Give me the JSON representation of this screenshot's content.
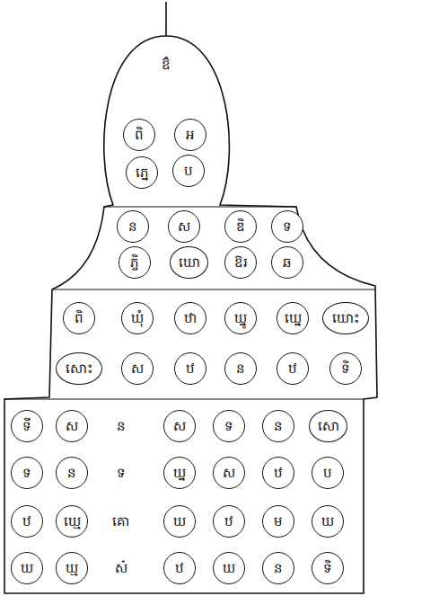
{
  "diagram": {
    "nodes": [
      {
        "text": [
          "ពិ"
        ]
      },
      {
        "text": [
          "អ"
        ]
      },
      {
        "text": [
          "ភ្នេ"
        ]
      },
      {
        "text": [
          "ប"
        ]
      },
      {
        "text": [
          "ន"
        ]
      },
      {
        "text": [
          "ស"
        ]
      },
      {
        "text": [
          "ឌិ"
        ]
      },
      {
        "text": [
          "ទ"
        ]
      },
      {
        "text": [
          "ភ្ចិ"
        ]
      },
      {
        "text": [
          "ឃោ"
        ]
      },
      {
        "text": [
          "ឱរ"
        ]
      },
      {
        "text": [
          "ឆ"
        ]
      },
      {
        "text": [
          "ពិ"
        ]
      },
      {
        "text": [
          "ឃុំ"
        ]
      },
      {
        "text": [
          "ឋា"
        ]
      },
      {
        "text": [
          "ឃ្នូ"
        ]
      },
      {
        "text": [
          "ឃ្នេ"
        ]
      },
      {
        "text": [
          "ឃោះ"
        ]
      },
      {
        "text": [
          "សោះ"
        ]
      },
      {
        "text": [
          "ស"
        ]
      },
      {
        "text": [
          "ឋ"
        ]
      },
      {
        "text": [
          "ន"
        ]
      },
      {
        "text": [
          "ឋ"
        ]
      },
      {
        "text": [
          "ទិ"
        ]
      },
      {
        "text": [
          "ទី"
        ]
      },
      {
        "text": [
          "ស"
        ]
      },
      {
        "text": [
          "ស"
        ]
      },
      {
        "text": [
          "ទ"
        ]
      },
      {
        "text": [
          "ន"
        ]
      },
      {
        "text": [
          "សោ"
        ]
      },
      {
        "text": [
          "ទ"
        ]
      },
      {
        "text": [
          "ន"
        ]
      },
      {
        "text": [
          "ឃ្ន"
        ]
      },
      {
        "text": [
          "ស"
        ]
      },
      {
        "text": [
          "ឋ"
        ]
      },
      {
        "text": [
          "ប"
        ]
      },
      {
        "text": [
          "ឋ"
        ]
      },
      {
        "text": [
          "ឃ្មេ"
        ]
      },
      {
        "text": [
          "ឃ"
        ]
      },
      {
        "text": [
          "ឋ"
        ]
      },
      {
        "text": [
          "ម"
        ]
      },
      {
        "text": [
          "ឃ"
        ]
      },
      {
        "text": [
          "ឃ"
        ]
      },
      {
        "text": [
          "ឃ្ម"
        ]
      },
      {
        "text": [
          "ឋ"
        ]
      },
      {
        "text": [
          "ឃ"
        ]
      },
      {
        "text": [
          "ន"
        ]
      },
      {
        "text": [
          "ទិ"
        ]
      }
    ],
    "labels": [
      "ឱំ",
      "ន",
      "ទ",
      "គោ",
      "ស៎"
    ]
  }
}
